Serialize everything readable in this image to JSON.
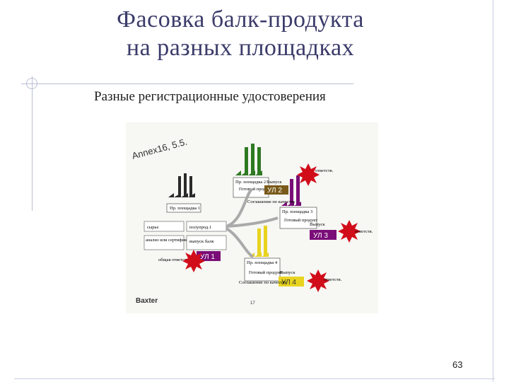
{
  "title_line1": "Фасовка балк-продукта",
  "title_line2": "на разных площадках",
  "subtitle": "Разные регистрационные удостоверения",
  "page_number": "63",
  "diagram": {
    "annex": "Annex16, 5.5.",
    "brand": "Baxter",
    "page": "17",
    "sites": [
      {
        "label": "Пр. площадка 1",
        "color": "#2a2a2a"
      },
      {
        "label": "Пр. площадка 2",
        "color": "#2e7a22"
      },
      {
        "label": "Пр. площадка 3",
        "color": "#7a0d78"
      },
      {
        "label": "Пр. площадка 4",
        "color": "#e8d420"
      }
    ],
    "finished_product": "Готовый продукт",
    "raw": "сырье",
    "semi": "полупрод.1",
    "analysis": "анализ или сертификат",
    "bulk_release": "выпуск балк",
    "responsibility": "общая ответств. за балк",
    "release": "Выпуск",
    "quality_agreement": "Соглашение по качеству",
    "responsible": "ответств.",
    "ul1": "УЛ 1",
    "ul2": "УЛ 2",
    "ul3": "УЛ 3",
    "ul4": "УЛ 4",
    "colors": {
      "ul2": "#7a5a1a",
      "ul3": "#7a0d78",
      "ul4": "#e8d420",
      "ul1": "#7a0d78",
      "starburst": "#d10d1a"
    }
  }
}
